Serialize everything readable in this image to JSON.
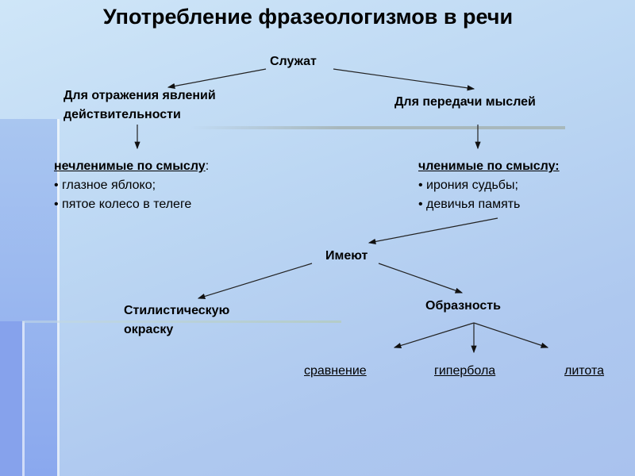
{
  "title": "Употребление фразеологизмов в речи",
  "nodes": {
    "serve": "Служат",
    "reflect_line1": "Для отражения явлений",
    "reflect_line2": "действительности",
    "convey": "Для передачи мыслей",
    "have": "Имеют",
    "stylistic_line1": "Стилистическую",
    "stylistic_line2": "окраску",
    "imagery": "Образность"
  },
  "left_list": {
    "heading": "нечленимые по смыслу",
    "colon": ":",
    "items": [
      "• глазное яблоко;",
      "• пятое колесо в телеге"
    ]
  },
  "right_list": {
    "heading": "членимые по смыслу:",
    "items": [
      "• ирония судьбы;",
      "• девичья память"
    ]
  },
  "links": [
    "сравнение",
    "гипербола",
    "литота"
  ]
}
